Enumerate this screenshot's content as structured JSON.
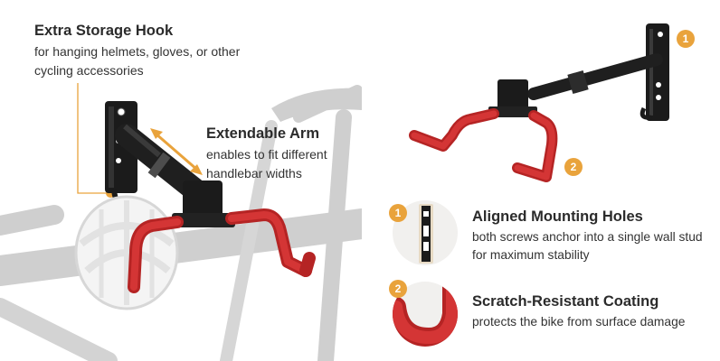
{
  "left": {
    "storage_hook": {
      "title": "Extra Storage Hook",
      "description": "for hanging helmets, gloves, or other cycling accessories"
    },
    "extendable_arm": {
      "title": "Extendable Arm",
      "description": "enables to fit different handlebar widths"
    }
  },
  "right": {
    "badges": {
      "one": "1",
      "two": "2"
    },
    "aligned_holes": {
      "badge": "1",
      "title": "Aligned Mounting Holes",
      "description": "both screws anchor into a single wall stud for maximum stability"
    },
    "coating": {
      "badge": "2",
      "title": "Scratch-Resistant Coating",
      "description": "protects the bike from surface damage"
    }
  },
  "colors": {
    "accent": "#e9a33c",
    "hook_red": "#c82a2a",
    "bracket_black": "#1b1b1b",
    "text": "#2b2b2b"
  },
  "icons": [
    "helmet-icon",
    "bike-frame-icon",
    "wall-bracket-icon",
    "double-arrow-icon",
    "mounting-plate-icon",
    "hook-curve-icon"
  ]
}
